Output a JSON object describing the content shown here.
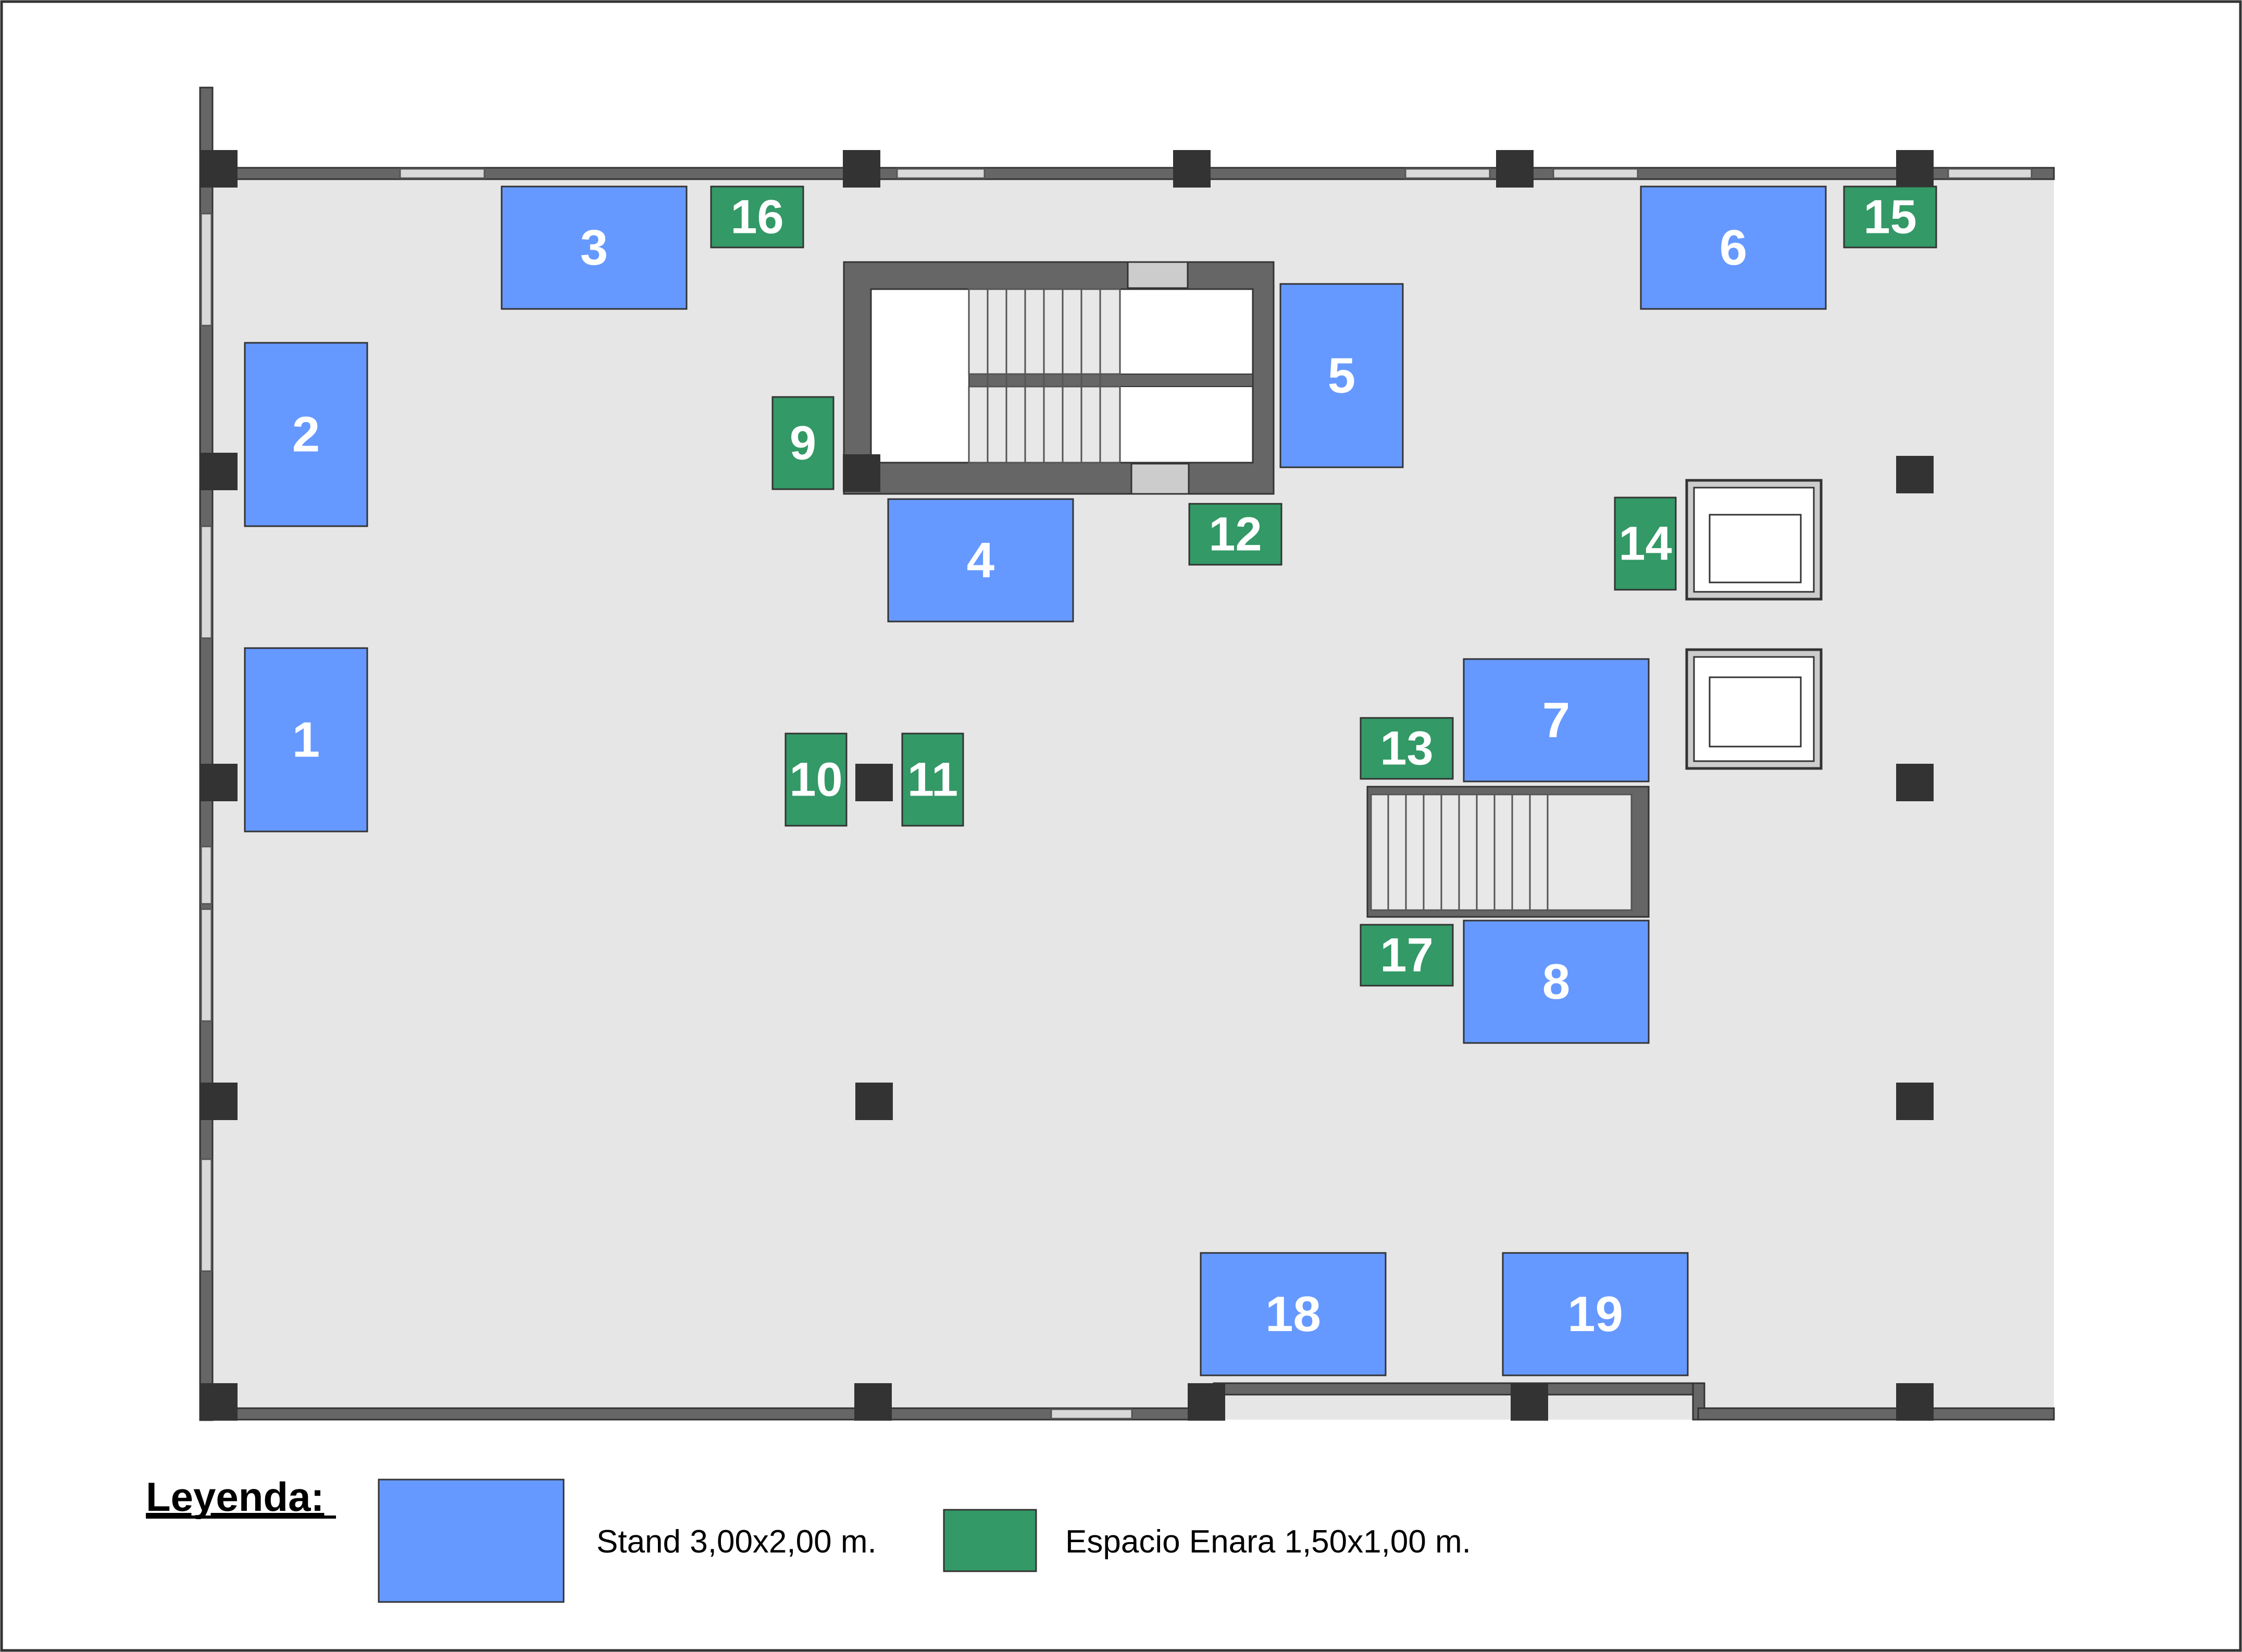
{
  "colors": {
    "stand": "#6699ff",
    "enara": "#339966",
    "floor": "#e6e6e6",
    "wall": "#666666",
    "column": "#333333",
    "window": "#d9d9d9"
  },
  "stands": [
    {
      "label": "1",
      "type": "stand"
    },
    {
      "label": "2",
      "type": "stand"
    },
    {
      "label": "3",
      "type": "stand"
    },
    {
      "label": "4",
      "type": "stand"
    },
    {
      "label": "5",
      "type": "stand"
    },
    {
      "label": "6",
      "type": "stand"
    },
    {
      "label": "7",
      "type": "stand"
    },
    {
      "label": "8",
      "type": "stand"
    },
    {
      "label": "9",
      "type": "enara"
    },
    {
      "label": "10",
      "type": "enara"
    },
    {
      "label": "11",
      "type": "enara"
    },
    {
      "label": "12",
      "type": "enara"
    },
    {
      "label": "13",
      "type": "enara"
    },
    {
      "label": "14",
      "type": "enara"
    },
    {
      "label": "15",
      "type": "enara"
    },
    {
      "label": "16",
      "type": "enara"
    },
    {
      "label": "17",
      "type": "enara"
    },
    {
      "label": "18",
      "type": "stand"
    },
    {
      "label": "19",
      "type": "stand"
    }
  ],
  "legend": {
    "title": "Leyenda:",
    "stand_text": "Stand 3,00x2,00 m.",
    "enara_text": "Espacio Enara 1,50x1,00 m."
  }
}
